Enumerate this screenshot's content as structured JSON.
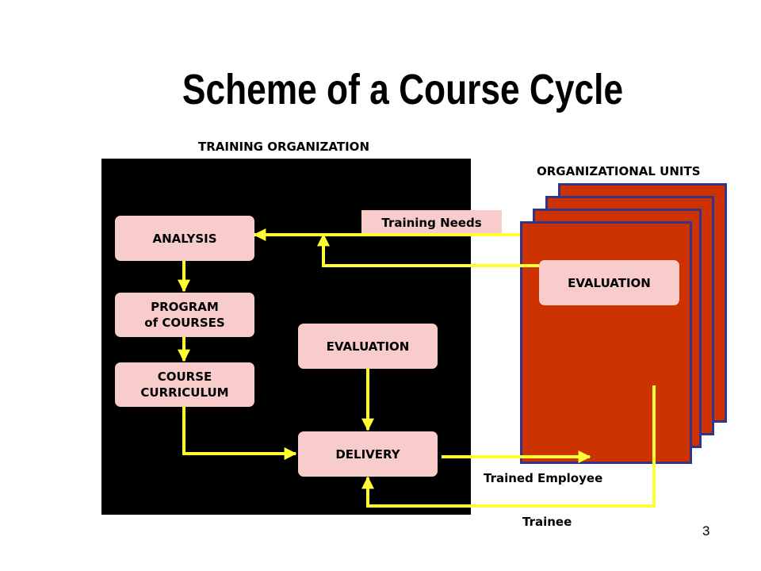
{
  "slide": {
    "title": "Scheme of a Course Cycle",
    "page_number": "3"
  },
  "regions": {
    "training_organization": "TRAINING ORGANIZATION",
    "organizational_units": "ORGANIZATIONAL UNITS"
  },
  "nodes": {
    "analysis": "ANALYSIS",
    "program": "PROGRAM\nof COURSES",
    "curriculum": "COURSE\nCURRICULUM",
    "evaluation_internal": "EVALUATION",
    "delivery": "DELIVERY",
    "evaluation_unit": "EVALUATION"
  },
  "flow_labels": {
    "training_needs": "Training Needs",
    "trained_employee": "Trained Employee",
    "trainee": "Trainee"
  },
  "colors": {
    "panel": "#000000",
    "box_fill": "#f9cccc",
    "unit_fill": "#cc3300",
    "unit_border": "#333388",
    "arrow": "#ffff33"
  }
}
